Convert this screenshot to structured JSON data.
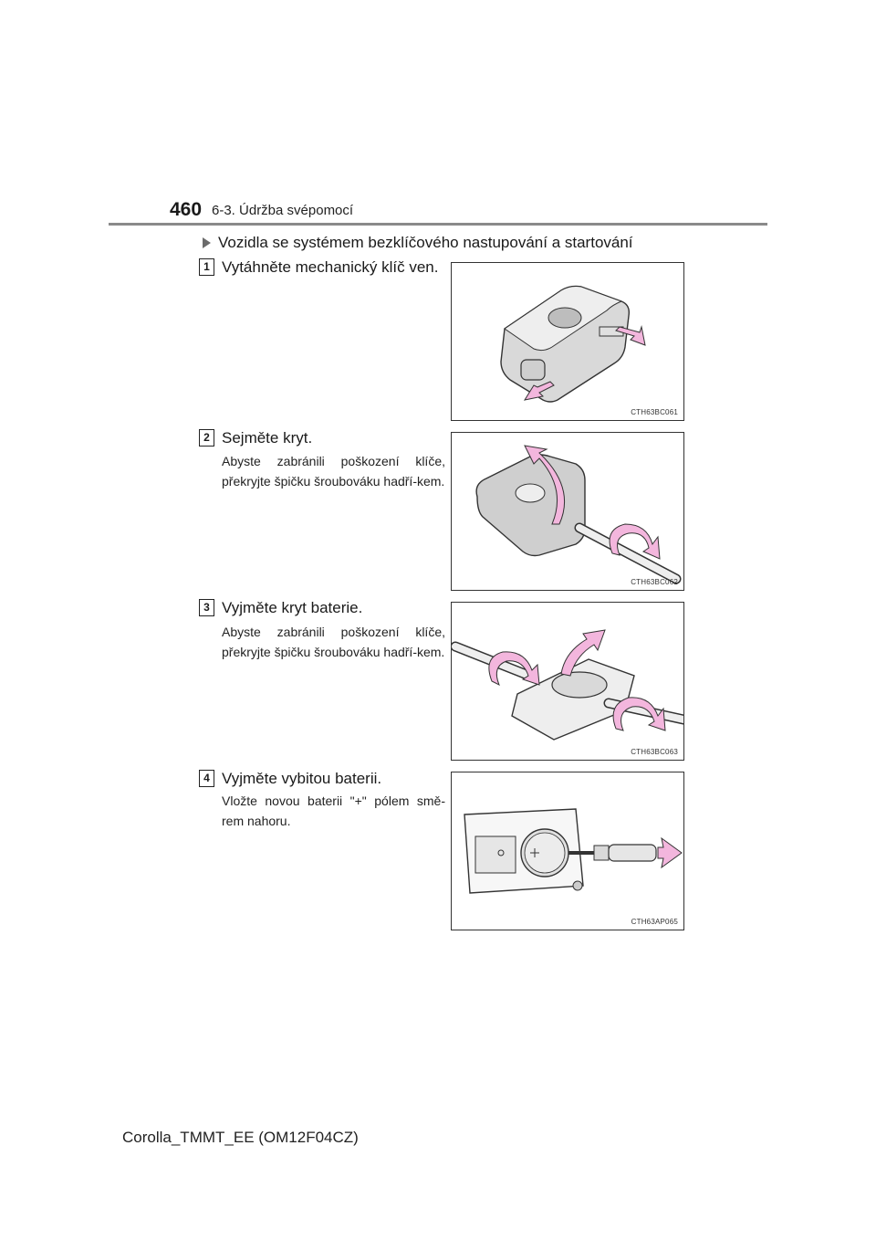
{
  "header": {
    "page_number": "460",
    "section_title": "6-3. Údržba svépomocí"
  },
  "subsection_title": "Vozidla se systémem bezklíčového nastupování a startování",
  "steps": [
    {
      "number": "1",
      "text": "Vytáhněte mechanický klíč ven.",
      "note": "",
      "figure_code": "CTH63BC061"
    },
    {
      "number": "2",
      "text": "Sejměte kryt.",
      "note": "Abyste zabránili poškození klíče, překryjte špičku šroubováku hadří-kem.",
      "figure_code": "CTH63BC062"
    },
    {
      "number": "3",
      "text": "Vyjměte kryt baterie.",
      "note": "Abyste zabránili poškození klíče, překryjte špičku šroubováku hadří-kem.",
      "figure_code": "CTH63BC063"
    },
    {
      "number": "4",
      "text": "Vyjměte vybitou baterii.",
      "note": "Vložte novou baterii \"+\" pólem smě-rem nahoru.",
      "figure_code": "CTH63AP065"
    }
  ],
  "footer": "Corolla_TMMT_EE (OM12F04CZ)",
  "colors": {
    "arrow_pink": "#f3b6dd",
    "rule_gray": "#8a8a8a",
    "key_gray": "#d9d9d9"
  }
}
